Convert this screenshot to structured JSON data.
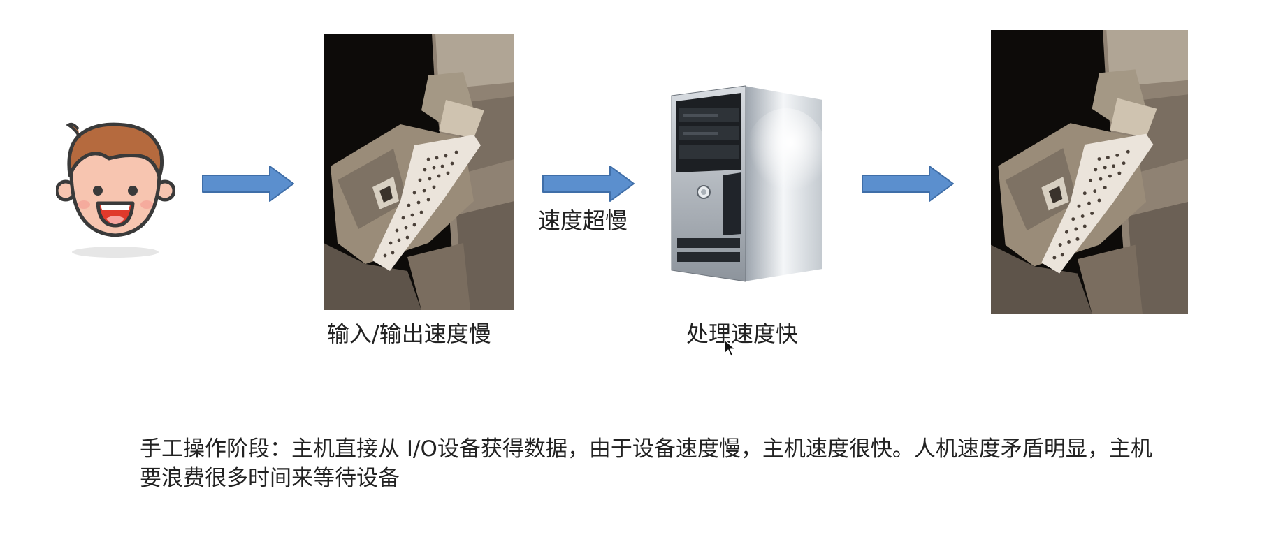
{
  "labels": {
    "arrow_caption": "速度超慢",
    "io_device": "输入/输出速度慢",
    "host": "处理速度快"
  },
  "description": "手工操作阶段：主机直接从 I/O设备获得数据，由于设备速度慢，主机速度很快。人机速度矛盾明显，主机要浪费很多时间来等待设备",
  "icons": {
    "avatar": "smiling-boy-avatar",
    "arrow": "right-arrow",
    "punch_machine": "punch-card-machine",
    "computer": "computer-tower",
    "cursor": "mouse-pointer"
  },
  "colors": {
    "arrow_fill": "#5b8fce",
    "arrow_stroke": "#3f6ea8",
    "skin": "#f7c5b0",
    "hair": "#b56a3e",
    "outline": "#3a3a3a"
  }
}
